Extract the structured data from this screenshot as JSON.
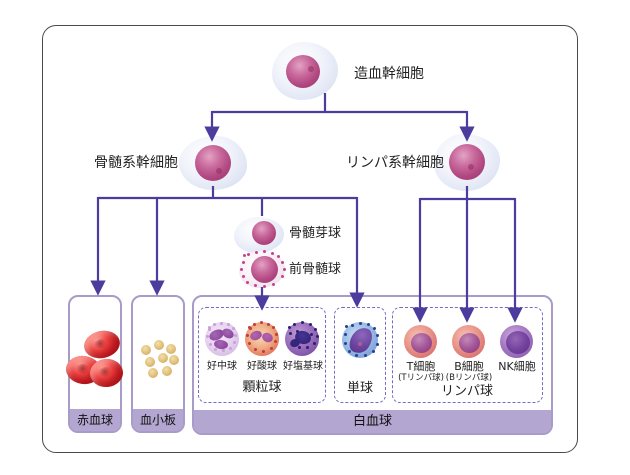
{
  "nodes": {
    "hsc": "造血幹細胞",
    "myeloid_stem": "骨髄系幹細胞",
    "lymphoid_stem": "リンパ系幹細胞",
    "myeloblast": "骨髄芽球",
    "promyelocyte": "前骨髄球"
  },
  "groups": {
    "rbc": "赤血球",
    "platelet": "血小板",
    "wbc": "白血球",
    "granulocyte": {
      "label": "顆粒球",
      "cells": [
        "好中球",
        "好酸球",
        "好塩基球"
      ]
    },
    "monocyte": "単球",
    "lymphocyte": {
      "label": "リンパ球",
      "cells": [
        "T細胞",
        "B細胞",
        "NK細胞"
      ],
      "subs": [
        "(Tリンパ球)",
        "(Bリンパ球)"
      ]
    }
  },
  "colors": {
    "connector": "#4b3c9e",
    "box_border": "#a89bca",
    "band_fill": "#b3a6d1",
    "dashed_border": "#7668c4",
    "frame_border": "#4a4a4a",
    "nucleus_magenta": "#b04680",
    "rbc_red": "#d6252b",
    "platelet_gold": "#dfbe78"
  }
}
